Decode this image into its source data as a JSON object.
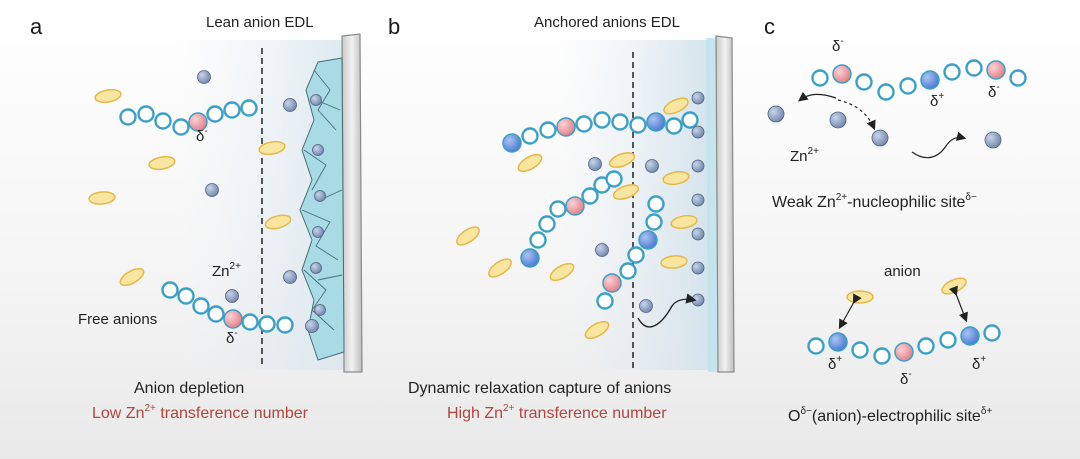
{
  "panels": {
    "a": {
      "letter": "a",
      "title": "Lean anion EDL",
      "free_anions": "Free anions",
      "zn": "Zn",
      "zn_sup": "2+",
      "delta_minus": "δ",
      "minus": "-",
      "caption1": "Anion depletion",
      "caption2_pre": "Low Zn",
      "caption2_sup": "2+",
      "caption2_post": " transference number"
    },
    "b": {
      "letter": "b",
      "title": "Anchored anions EDL",
      "caption1": "Dynamic relaxation capture of anions",
      "caption2_pre": "High Zn",
      "caption2_sup": "2+",
      "caption2_post": " transference number"
    },
    "c": {
      "letter": "c",
      "delta": "δ",
      "minus": "-",
      "plus": "+",
      "zn": "Zn",
      "zn_sup": "2+",
      "weak_pre": "Weak Zn",
      "weak_sup1": "2+",
      "weak_mid": "-nucleophilic site",
      "weak_sup2": "δ−",
      "anion": "anion",
      "o_pre": "O",
      "o_sup1": "δ−",
      "o_mid": "(anion)-electrophilic site",
      "o_sup2": "δ+"
    }
  },
  "colors": {
    "chain": "#3aa0c8",
    "negative_site": "#ef9aa0",
    "positive_site": "#5b8fe0",
    "zn_ion": "#8ea2c4",
    "anion_fill": "#f8e6a0",
    "anion_stroke": "#e5b84a",
    "dendrite": "#a8dbe6",
    "electrode": "#d9d9d9",
    "caption_red": "#b3453f"
  }
}
